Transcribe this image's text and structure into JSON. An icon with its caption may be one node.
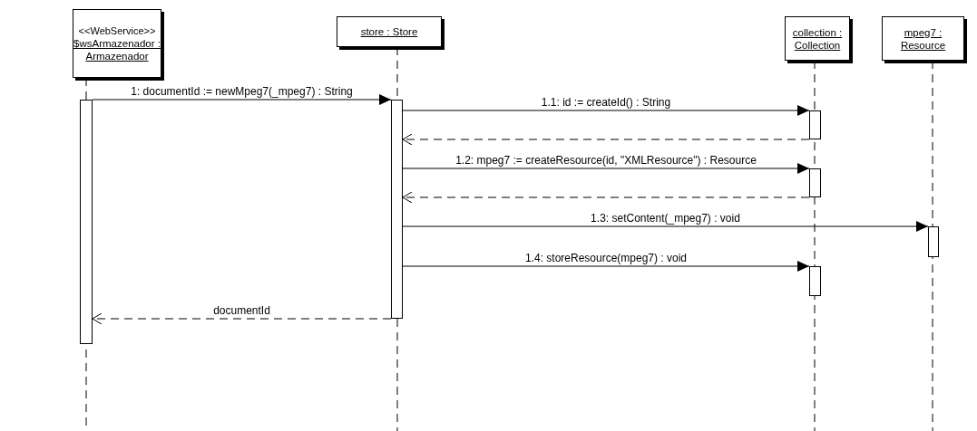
{
  "diagram": {
    "nodes": [
      {
        "text": [
          "<<WebService>>",
          "$wsArmazenador : Armazenador"
        ]
      },
      {
        "text": [
          "store : Store"
        ]
      },
      {
        "text": [
          "collection : Collection"
        ]
      },
      {
        "text": [
          "mpeg7 : Resource"
        ]
      },
      {
        "text": [],
        "shape": "bar"
      },
      {
        "text": [],
        "shape": "bar"
      },
      {
        "text": [],
        "shape": "bar"
      },
      {
        "text": [],
        "shape": "bar"
      },
      {
        "text": [],
        "shape": "bar"
      },
      {
        "text": [],
        "shape": "bar"
      }
    ],
    "edges": [
      {
        "from": 4,
        "to": 5,
        "arrow": "to",
        "label": "1: documentId := newMpeg7(_mpeg7) : String"
      },
      {
        "from": 5,
        "to": 6,
        "arrow": "to",
        "label": "1.1: id := createId() : String"
      },
      {
        "from": 6,
        "to": 5,
        "arrow": "to",
        "style": "dashed"
      },
      {
        "from": 5,
        "to": 7,
        "arrow": "to",
        "label": "1.2: mpeg7 := createResource(id, \"XMLResource\") : Resource"
      },
      {
        "from": 7,
        "to": 5,
        "arrow": "to",
        "style": "dashed"
      },
      {
        "from": 5,
        "to": 8,
        "arrow": "to",
        "label": "1.3: setContent(_mpeg7) : void"
      },
      {
        "from": 5,
        "to": 9,
        "arrow": "to",
        "label": "1.4: storeResource(mpeg7) : void"
      },
      {
        "from": 5,
        "to": 4,
        "arrow": "to",
        "style": "dashed",
        "label": "documentId"
      }
    ]
  }
}
